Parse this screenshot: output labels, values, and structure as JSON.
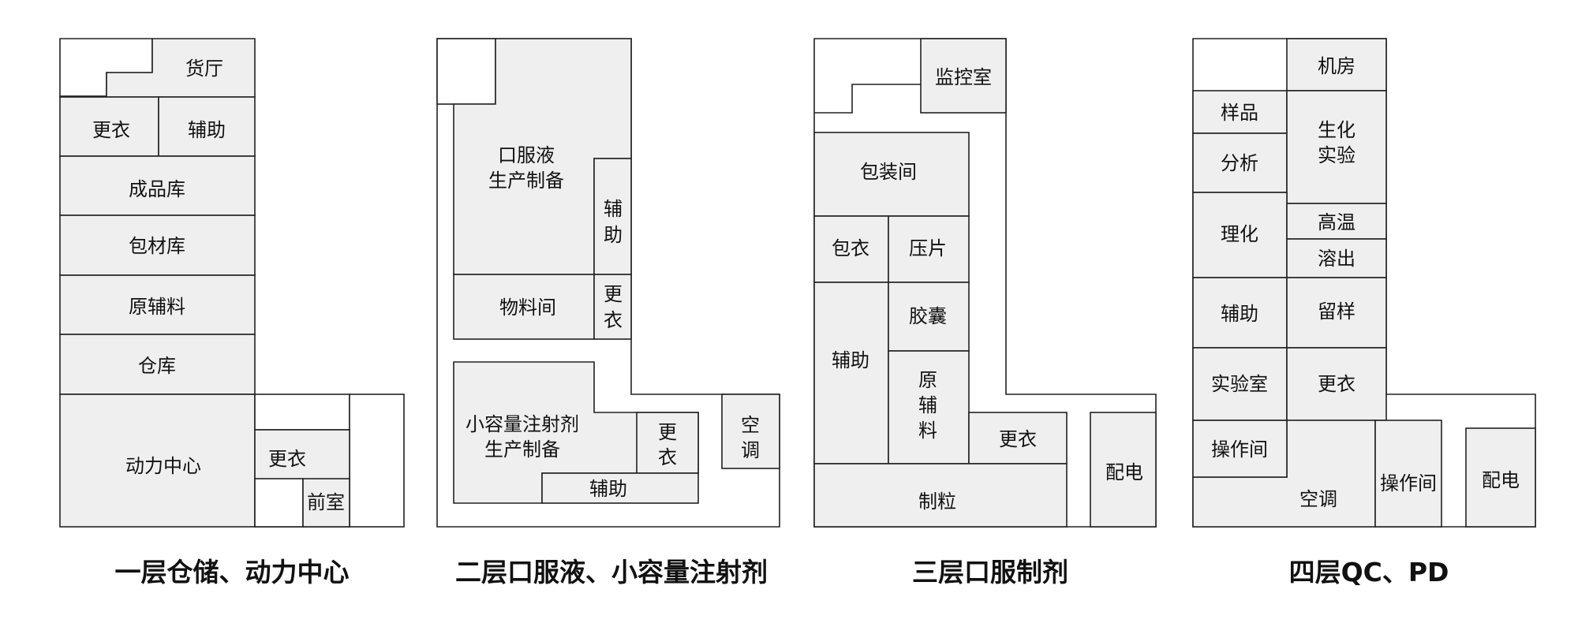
{
  "floor1": {
    "caption": "一层仓储、动力中心",
    "rooms": {
      "hall": "货厅",
      "changing": "更衣",
      "auxiliary": "辅助",
      "finished_goods": "成品库",
      "packaging_store": "包材库",
      "raw_materials": "原辅料",
      "warehouse": "仓库",
      "power_center": "动力中心",
      "changing2": "更衣",
      "anteroom": "前室"
    }
  },
  "floor2": {
    "caption": "二层口服液、小容量注射剂",
    "rooms": {
      "oral_liquid": [
        "口服液",
        "生产制备"
      ],
      "auxiliary_v": [
        "辅",
        "助"
      ],
      "material_room": "物料间",
      "changing_v": [
        "更",
        "衣"
      ],
      "injection": [
        "小容量注射剂",
        "生产制备"
      ],
      "changing_v2": [
        "更",
        "衣"
      ],
      "auxiliary": "辅助",
      "hvac_v": [
        "空",
        "调"
      ]
    }
  },
  "floor3": {
    "caption": "三层口服制剂",
    "rooms": {
      "monitoring": "监控室",
      "packaging": "包装间",
      "coating": "包衣",
      "tableting": "压片",
      "capsule": "胶囊",
      "auxiliary": "辅助",
      "raw_v": [
        "原",
        "辅",
        "料"
      ],
      "changing": "更衣",
      "power_distribution": "配电",
      "granulation": "制粒"
    }
  },
  "floor4": {
    "caption": "四层QC、PD",
    "rooms": {
      "machine_room": "机房",
      "sample": "样品",
      "analysis": "分析",
      "bio_experiment": [
        "生化",
        "实验"
      ],
      "high_temp": "高温",
      "dissolution": "溶出",
      "physchem": "理化",
      "auxiliary": "辅助",
      "retention": "留样",
      "laboratory": "实验室",
      "changing": "更衣",
      "operation_room": "操作间",
      "hvac": "空调",
      "operation_room2": "操作间",
      "power_distribution": "配电"
    }
  }
}
